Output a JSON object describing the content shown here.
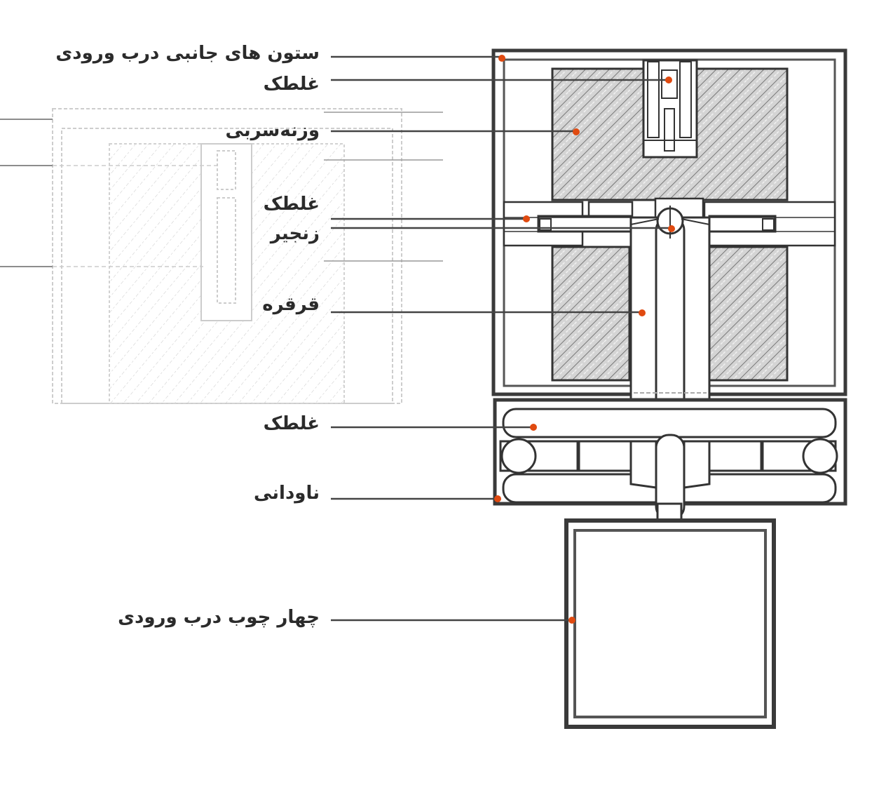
{
  "labels": {
    "side_columns": "ستون های جانبی درب ورودی",
    "roller_top": "غلطک",
    "lead_weight": "وزنه‌سربی",
    "roller_middle": "غلطک",
    "chain": "زنجیر",
    "pulley": "قرقره",
    "roller_bottom": "غلطک",
    "gutter": "ناودانی",
    "door_frame": "چهار چوب درب ورودی"
  },
  "colors": {
    "stroke": "#3a3a3a",
    "hatch": "#8a8a8a",
    "marker": "#e04a10",
    "text": "#2b2b2b",
    "ghost": "#cfcfcf"
  }
}
